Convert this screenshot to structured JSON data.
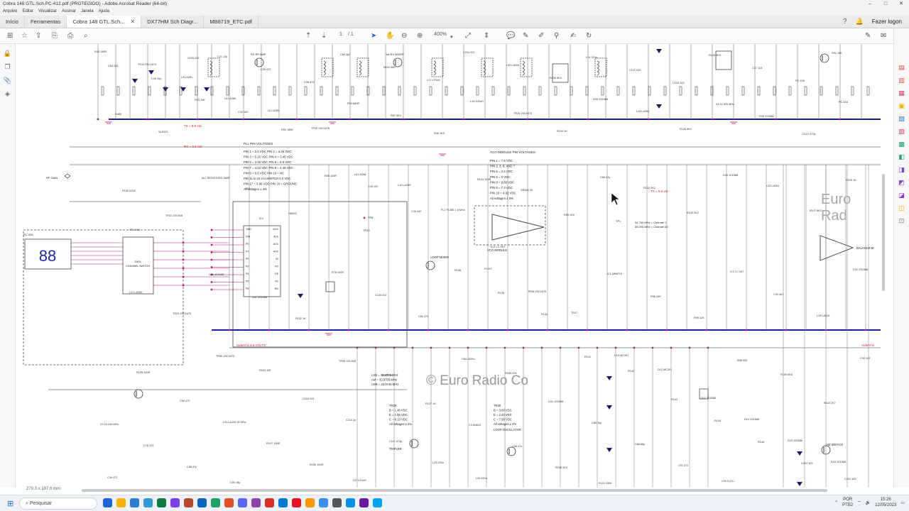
{
  "window": {
    "title": "Cobra 148 GTL.Sch.PC-412.pdf (PROTEGIDO) - Adobe Acrobat Reader (64-bit)",
    "minimize": "–",
    "maximize": "□",
    "close": "✕"
  },
  "menu": [
    "Arquivo",
    "Editar",
    "Visualizar",
    "Assinar",
    "Janela",
    "Ajuda"
  ],
  "tabs": {
    "home": "Início",
    "tools": "Ferramentas",
    "docs": [
      {
        "label": "Cobra 148 GTL.Sch...",
        "active": true
      },
      {
        "label": "DX77HM Sch Diagr...",
        "active": false
      },
      {
        "label": "MB8719_ETC.pdf",
        "active": false
      }
    ],
    "signin": "Fazer logon"
  },
  "toolbar": {
    "page_current": "1",
    "page_total": "/ 1",
    "zoom": "400%"
  },
  "schematic": {
    "watermark": "© Euro Radio Co",
    "watermark_partial": "Euro Rad",
    "rails": [
      "TX = 9.6 vdc",
      "RX = 9.6 vdc",
      "TX = 9.6 vdc",
      "ALWAYS 9.6 VOLTS",
      "ALWAYS"
    ],
    "headings": {
      "pll": "PLL PIN VOLTAGES",
      "vco": "VCO MODULE PIN VOLTAGES",
      "loop_osc": "LOOP OSCILLATOR",
      "loop_mixer": "LOOP MIXER",
      "vco_module": "VCO MODULE",
      "channel_switch": "CHANNEL SWITCH",
      "tripler": "TRIPLER",
      "am_switch": "AM SWITCH",
      "rf_gain": "RF GAIN",
      "rx_amp": "RX RF AMP",
      "rx_mixer": "1st RX MIXER",
      "balance": "BALANCE M"
    },
    "pll_pins": [
      "PIN 1 = 3.4 VDC     PIN 2 = 4.26 VDC",
      "PIN 3 = 5.16 VDC    PIN 4 = 3.45 VDC",
      "PIN 5 = 3.45 VDC    PIN 6 = 8.6 VDC",
      "PIN 7 = 4.22 VDC    PIN 8 = 4.46 VDC",
      "PIN 9 = 8.6 VDC     PIN 10 = NC",
      "PIN 11 to 16 CH.SWITCH 0.0 VDC",
      "PIN 17 = 3.98 VDC   PIN 18 = GROUND",
      "All voltages ± 3%"
    ],
    "vco_pins": [
      "PIN 1 = 7.6 VDC",
      "PIN 2, 3, 6, AND 7",
      "PIN 5 = 3.4 VDC",
      "PIN 6 = 0 VDC",
      "PIN 8 = 8.60 VDC",
      "PIN 9 = 7.3 VDC",
      "PIN 10 = 4.92 VDC",
      "All voltages ± 5%"
    ],
    "lsb_usb": [
      "LSB = 33.9705 MHz",
      "AM = 33.9755 MHz",
      "USB = 33.9745 MHz"
    ],
    "tr29": [
      "TR29",
      "B = 1.46 VDC",
      "E = 1.06 VDC",
      "C = 8.13 VDC",
      "All voltages ± 2%"
    ],
    "tr30": [
      "TR30",
      "B = 3.00 VDC",
      "E = 2.40 VDC",
      "C = 7.90 VDC",
      "All voltages ± 2%"
    ],
    "tp": [
      "TP8",
      "TP10",
      "TP1"
    ],
    "freq_note": [
      "34.765 MHz = Channel 1",
      "35.205 MHz = Channel 40"
    ],
    "parts": [
      "R43 150R",
      "TR14 2SC1674",
      "L4 LA261",
      "L5 LA260",
      "L6 LA259",
      "TR15 2SC1675",
      "L8 LA258",
      "L10 LA269",
      "FL2 FL088 7.8 MHz",
      "FL007",
      "TR16 2SC1675",
      "TR17",
      "D13 MC301",
      "D12 MC301",
      "D11 1S1588",
      "D14 1S1588",
      "D15 1S1588",
      "D16 1S1588",
      "C34 472",
      "C31 12p",
      "C32 472",
      "C38 473",
      "R94 680R",
      "R57 3K9",
      "R45 1K5",
      "R141 100R",
      "VR434 1K",
      "R95 1K5",
      "IC1 MB8719",
      "R96 20K",
      "R99 12K",
      "R98 33K",
      "R100 6K8",
      "R102 2K7",
      "X2 10.240 MHz",
      "C76 103",
      "C86 47p",
      "C81 18p",
      "C80 2p2",
      "R101 56K",
      "L17 470uH",
      "L16 100uH",
      "TR26 2SC1675",
      "R104 1K",
      "C89 47p",
      "R132 2K2",
      "R133 2K2",
      "IC2 LC 007",
      "C92 4u7",
      "L19 LA216",
      "C93 103",
      "R105 100R",
      "C94 472",
      "L20 LA105 34 MHz",
      "R107 100R",
      "R106 100R",
      "L57 470uH",
      "C204 222",
      "L59 LA204",
      "R236 8K2",
      "D33 1S1588",
      "L23 LA265",
      "R146 8K2",
      "D34 1S1588",
      "L22 LA051",
      "R147 8K2",
      "D32 1S1588",
      "L21 LA250",
      "TR29 2SC1675",
      "TR30 2SC1675",
      "R203 10K",
      "C118 103",
      "C116 2p",
      "C117 473p",
      "L25 220u",
      "L26 220u",
      "L24 220u",
      "C119 103",
      "C120 103",
      "X3 11.325 MHz",
      "D35 1S2682",
      "C121 473p",
      "R229 1K",
      "R150 220K",
      "TR31 2SC945",
      "D36 1S1588",
      "D37 1S1588",
      "R152 1K",
      "TR28 2SC945",
      "R123 1K",
      "R137 1K",
      "C3 AN612",
      "C96 47u",
      "R208 1K2",
      "R110 150K",
      "R109 3K3",
      "C37 103",
      "PC-426",
      "PC-416",
      "D489",
      "SLR321",
      "ALL RESISTORS 680R",
      "CC1",
      "HA003",
      "R78 100R",
      "C136 222",
      "C82 473",
      "C84 1000u",
      "R183 22K",
      "D31 1S1588",
      "C85 10p",
      "C88 68p",
      "C91 472",
      "C90 0.47u",
      "R91 15K",
      "C64 102",
      "C45 10p",
      "R53 10K",
      "C42 152",
      "R54 180K",
      "R55 100R",
      "C43 102",
      "C44 102",
      "R138",
      "R139",
      "R140",
      "R141",
      "R142",
      "R143",
      "R144",
      "R145",
      "C202 103",
      "C201 103",
      "C239 222"
    ]
  },
  "status": {
    "page_size": "279.3 x 187.6 mm"
  },
  "taskbar": {
    "search_placeholder": "Pesquisar",
    "lang": "POR",
    "layout": "PTB2",
    "time": "15:26",
    "date": "12/05/2023",
    "app_colors": [
      "#1e63d8",
      "#f2b400",
      "#2b7cd3",
      "#2d9bd6",
      "#107c41",
      "#7b3fe4",
      "#b7472a",
      "#0a66c2",
      "#1da462",
      "#e44d26",
      "#5865f2",
      "#8e44ad",
      "#d93025",
      "#0078d4",
      "#e81123",
      "#ff9800",
      "#3b8eea",
      "#555555",
      "#0091ea",
      "#6a1b9a",
      "#00a4ef"
    ]
  },
  "colors": {
    "wire": "#7a7a7a",
    "bus": "#1a1aa8",
    "junction": "#c0147a",
    "rail_label": "#cc2222"
  }
}
